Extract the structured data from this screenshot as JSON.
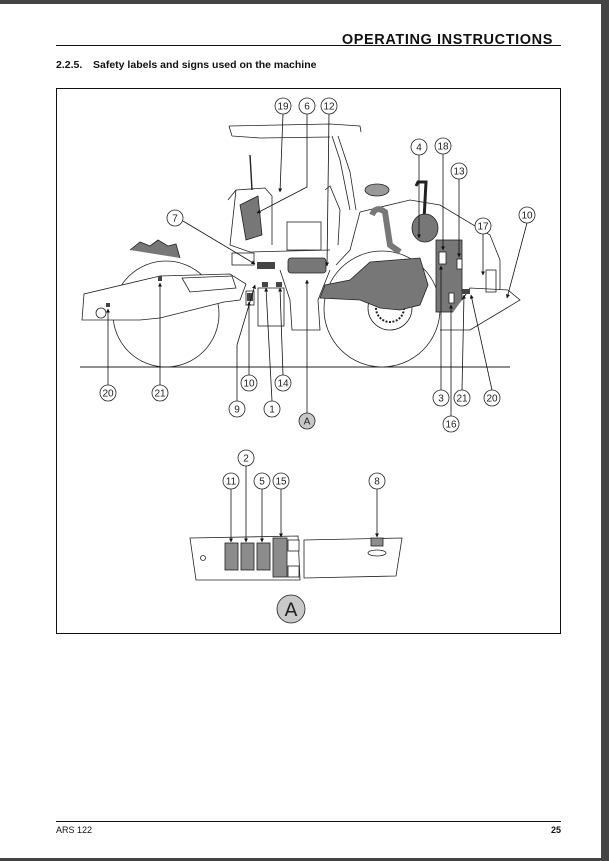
{
  "header": {
    "title": "OPERATING INSTRUCTIONS"
  },
  "section": {
    "number": "2.2.5.",
    "title": "Safety labels and signs used on the machine"
  },
  "diagram": {
    "callouts": [
      "19",
      "6",
      "12",
      "4",
      "18",
      "13",
      "10",
      "17",
      "7",
      "20",
      "21",
      "10",
      "14",
      "9",
      "1",
      "A",
      "3",
      "21",
      "20",
      "16"
    ],
    "detail_callouts": [
      "2",
      "11",
      "5",
      "15",
      "8"
    ],
    "detail_label": "A"
  },
  "footer": {
    "model": "ARS 122",
    "page": "25"
  },
  "colors": {
    "label_fill": "#8c8c8c",
    "callout_A_fill": "#c8c8c8"
  }
}
